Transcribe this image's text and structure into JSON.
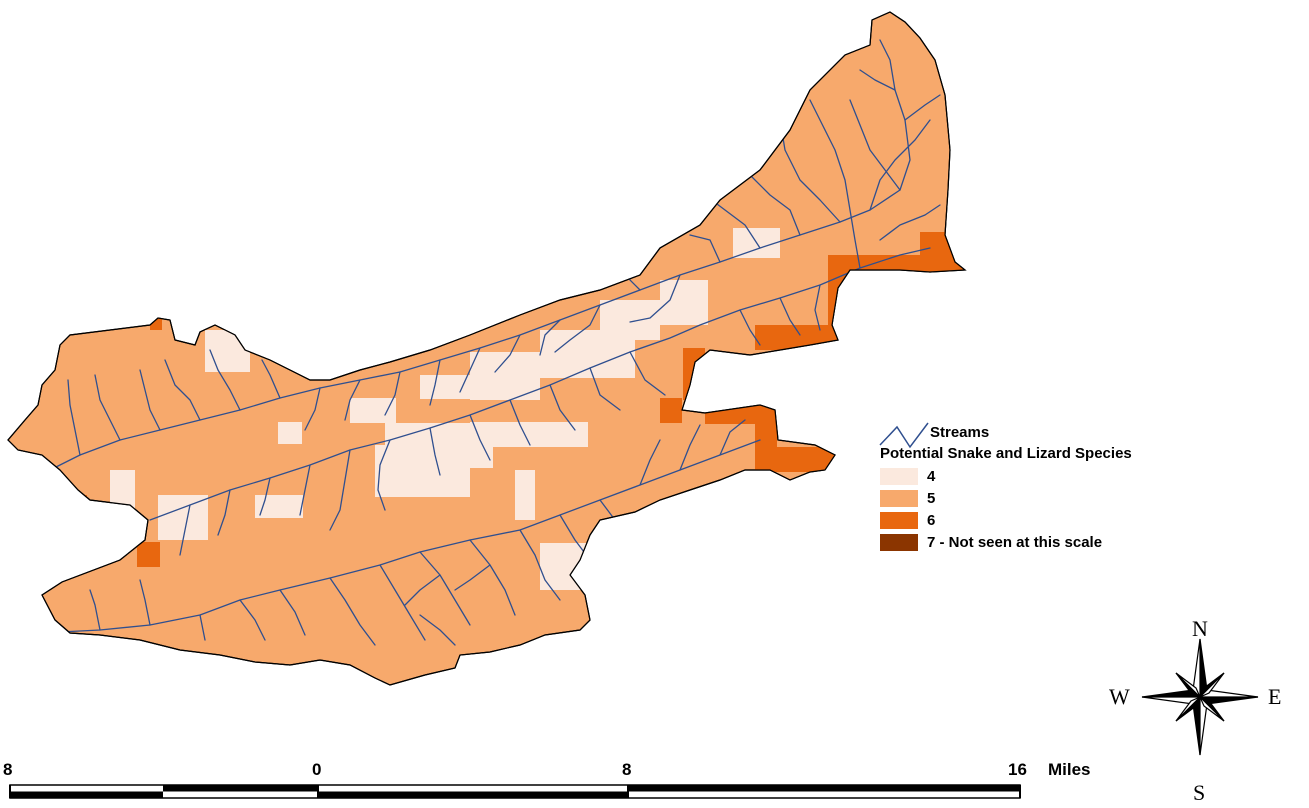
{
  "legend": {
    "streams_label": "Streams",
    "title": "Potential Snake and Lizard Species",
    "classes": [
      {
        "label": "4",
        "color": "#fbe9de"
      },
      {
        "label": "5",
        "color": "#f7a96c"
      },
      {
        "label": "6",
        "color": "#e8670f"
      },
      {
        "label": "7 - Not seen at this scale",
        "color": "#8b3500"
      }
    ],
    "stream_color": "#2f4f8f"
  },
  "scale_bar": {
    "labels": [
      "8",
      "0",
      "8",
      "16"
    ],
    "unit": "Miles"
  },
  "compass": {
    "north": "N",
    "south": "S",
    "east": "E",
    "west": "W"
  }
}
